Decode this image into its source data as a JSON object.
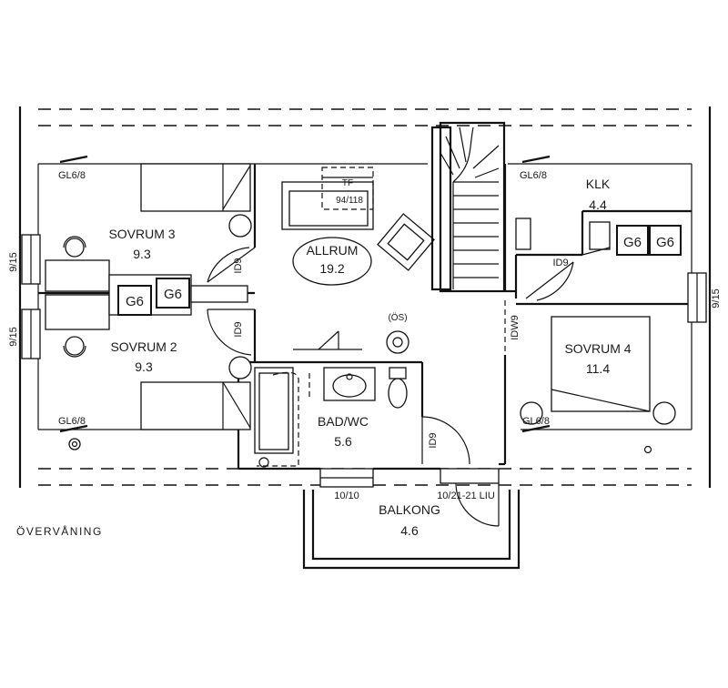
{
  "floor_label": "ÖVERVÅNING",
  "rooms": {
    "sovrum3": {
      "name": "SOVRUM 3",
      "area": "9.3"
    },
    "sovrum2": {
      "name": "SOVRUM 2",
      "area": "9.3"
    },
    "allrum": {
      "name": "ALLRUM",
      "area": "19.2"
    },
    "klk": {
      "name": "KLK",
      "area": "4.4"
    },
    "sovrum4": {
      "name": "SOVRUM 4",
      "area": "11.4"
    },
    "badwc": {
      "name": "BAD/WC",
      "area": "5.6"
    },
    "balkong": {
      "name": "BALKONG",
      "area": "4.6"
    }
  },
  "window_labels": {
    "gl_top_left": "GL6/8",
    "gl_top_right": "GL6/8",
    "gl_bottom_left": "GL6/8",
    "gl_bottom_right": "GL6/8",
    "left_upper": "9/15",
    "left_lower": "9/15",
    "right": "9/15",
    "balcony_window": "10/10"
  },
  "door_labels": {
    "id9_sovrum3": "ID9",
    "id9_sovrum2": "ID9",
    "id9_klk": "ID9",
    "idw9_sovrum4": "IDW9",
    "id9_bad": "ID9",
    "balcony_door": "10/21-21 LIU"
  },
  "furniture_labels": {
    "tf": "TF",
    "tf_size": "94/118",
    "os": "(ÖS)"
  },
  "storage_labels": {
    "g6_a": "G6",
    "g6_b": "G6",
    "g6_c": "G6",
    "g6_d": "G6"
  }
}
